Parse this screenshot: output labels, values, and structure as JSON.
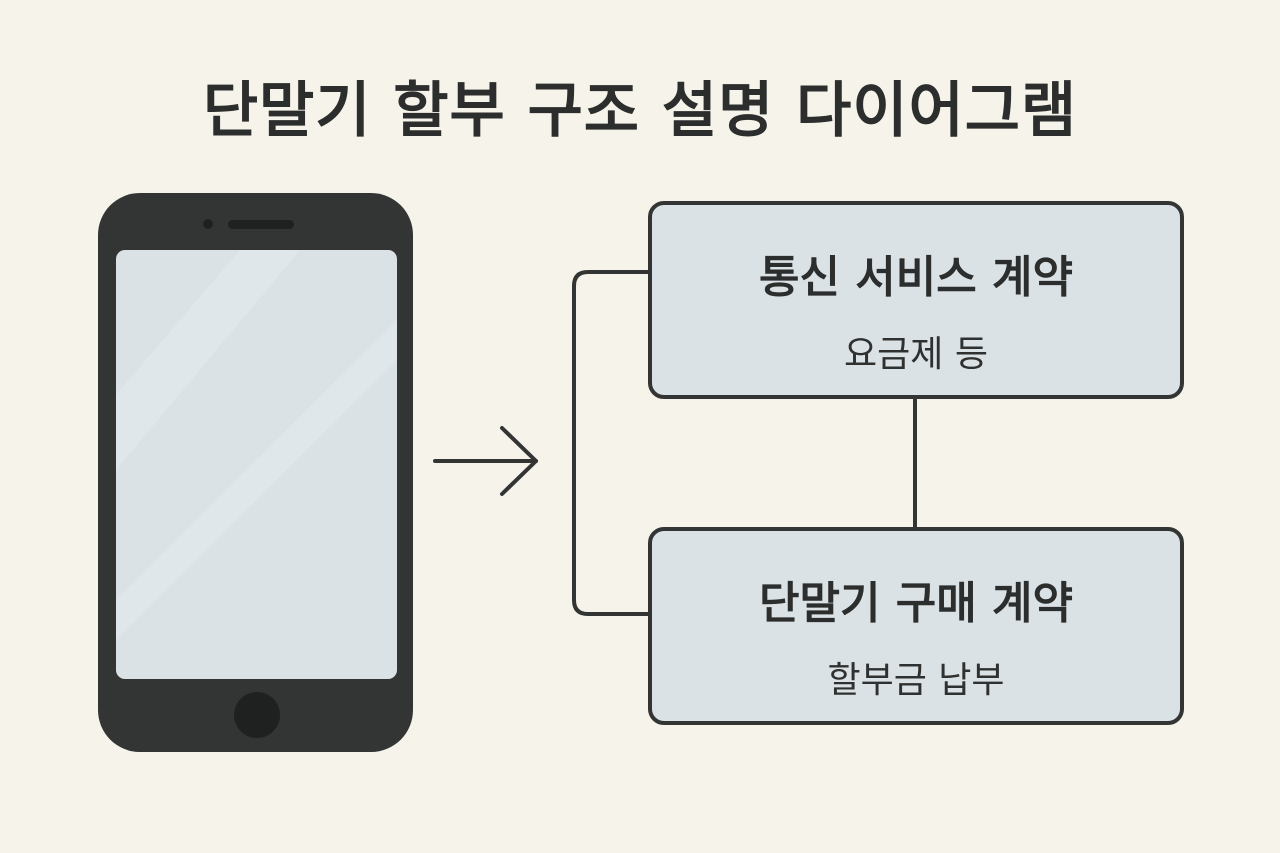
{
  "title": "단말기 할부 구조 설명 다이어그램",
  "boxes": {
    "service": {
      "title": "통신 서비스 계약",
      "subtitle": "요금제 등"
    },
    "device": {
      "title": "단말기 구매 계약",
      "subtitle": "할부금 납부"
    }
  },
  "icons": {
    "phone": "smartphone-icon",
    "arrow": "arrow-right-icon"
  },
  "colors": {
    "background": "#f6f3ea",
    "phone_body": "#333534",
    "screen": "#dbe2e6",
    "box_fill": "#dbe2e6",
    "stroke": "#333534"
  }
}
